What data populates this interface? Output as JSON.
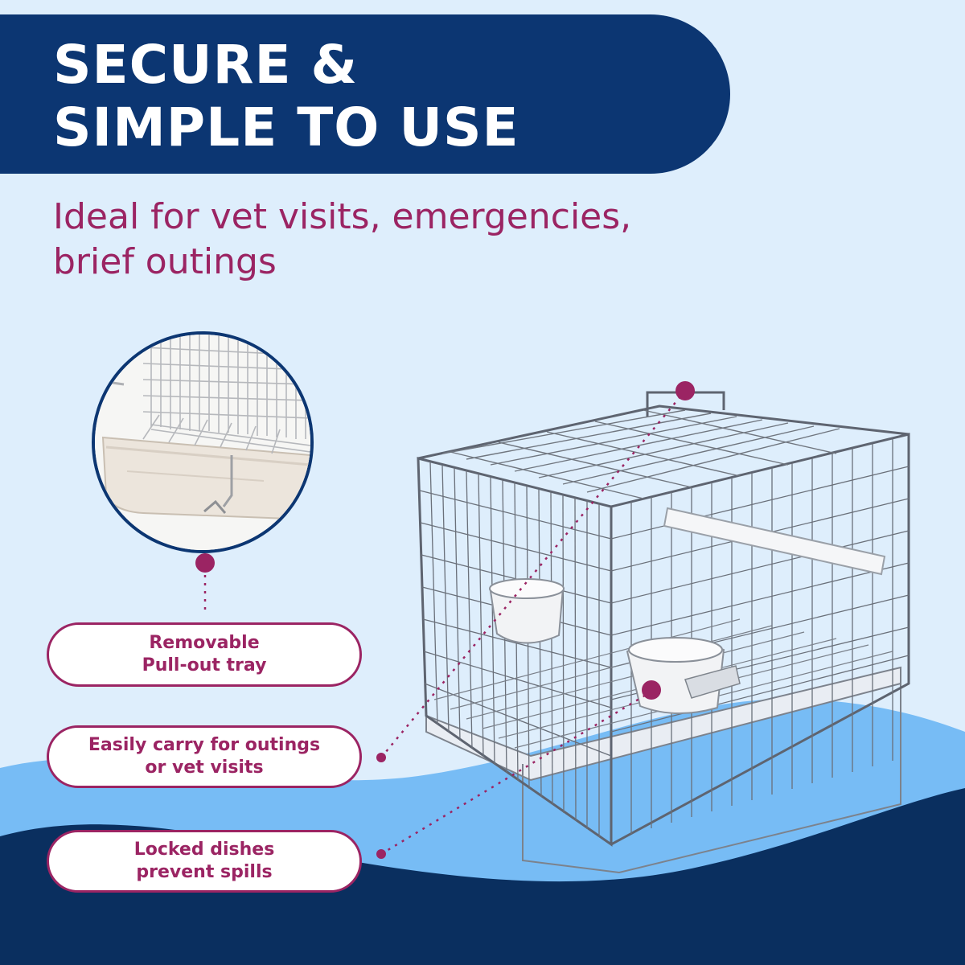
{
  "headline": {
    "line1": "SECURE &",
    "line2": "SIMPLE TO USE"
  },
  "subheadline": {
    "line1": "Ideal for vet visits, emergencies,",
    "line2": "brief outings"
  },
  "callouts": [
    {
      "line1": "Removable",
      "line2": "Pull-out tray"
    },
    {
      "line1": "Easily carry for outings",
      "line2": "or vet visits"
    },
    {
      "line1": "Locked dishes",
      "line2": "prevent spills"
    }
  ],
  "colors": {
    "navy": "#0c3672",
    "accent": "#9b2463",
    "background": "#deeefc",
    "wave_light": "#77bcf5"
  },
  "icons": [
    "wire-cage-image",
    "tray-closeup-image",
    "marker-dot-icon"
  ]
}
